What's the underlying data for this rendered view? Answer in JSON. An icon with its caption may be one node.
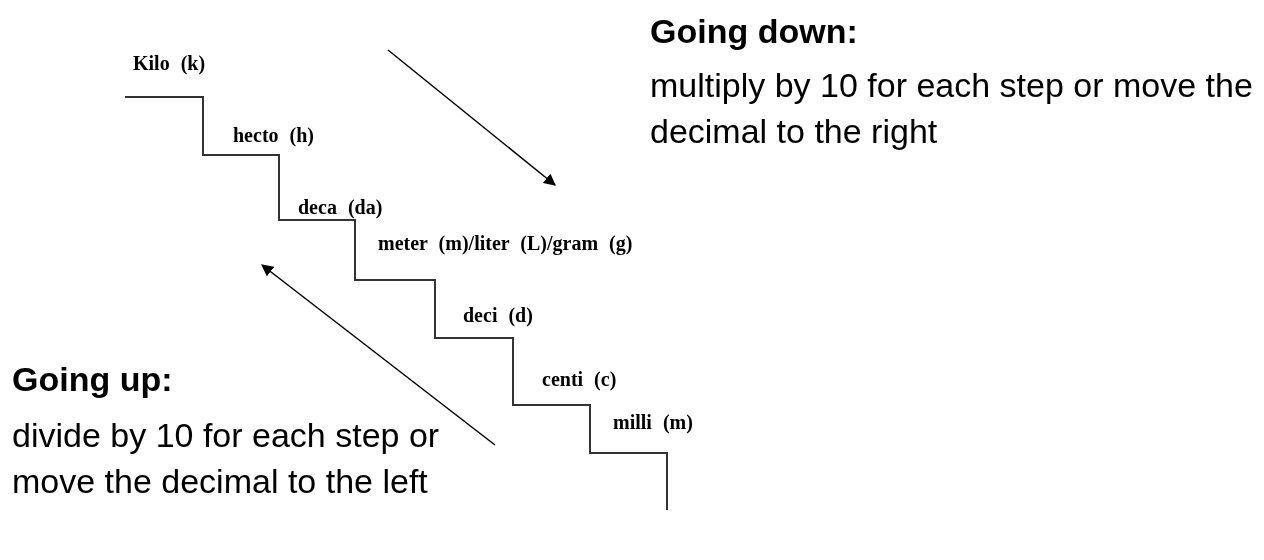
{
  "diagram": {
    "labels": [
      "Going down:",
      "Kilo (k)",
      "multiply by 10 for each step or move the decimal to the right",
      "hecto (h)",
      "deca (da)",
      "meter (m)/liter (L)/gram (g)",
      "deci (d)",
      "Going up:",
      "centi (c)",
      "milli (m)",
      "divide by 10 for each step or move the decimal to the left"
    ]
  }
}
